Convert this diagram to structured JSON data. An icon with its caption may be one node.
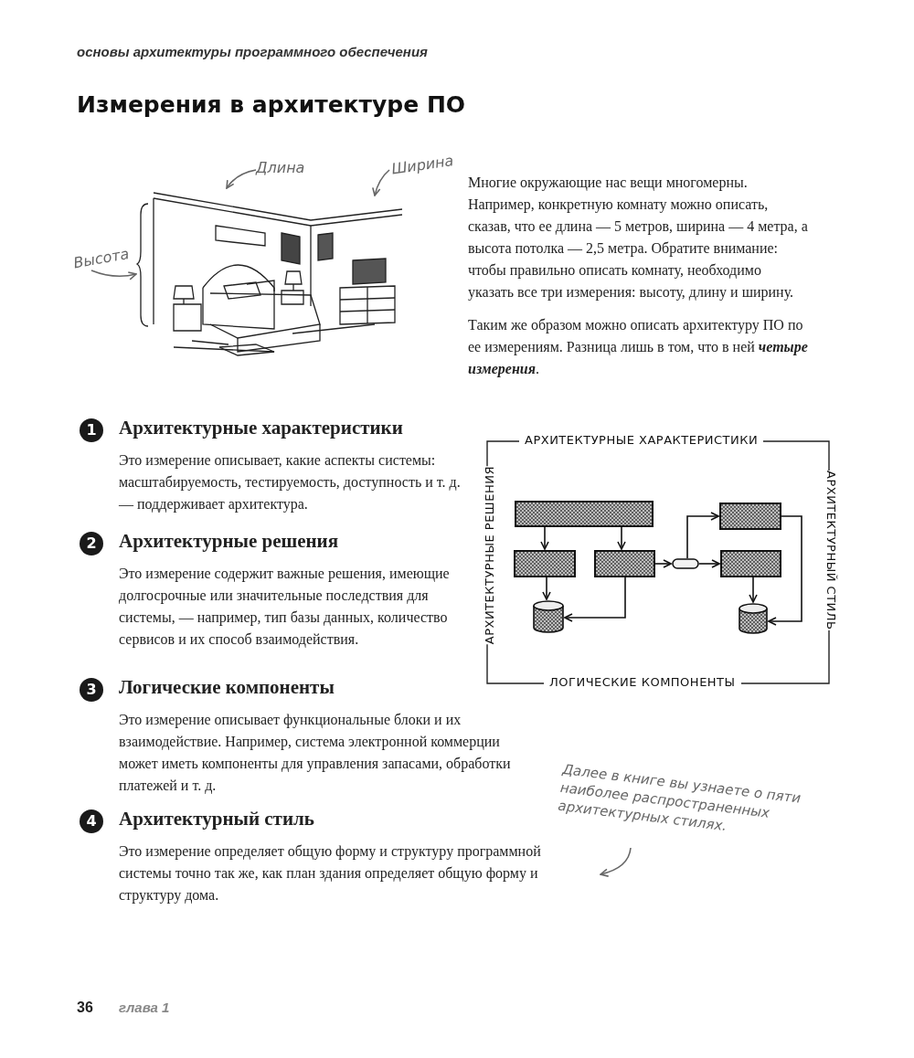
{
  "diagram": {
    "title": "Измерения в архитектуре ПО",
    "nodes": [
      {
        "text": [],
        "shape": "box"
      },
      {
        "text": [],
        "shape": "box"
      },
      {
        "text": [],
        "shape": "box"
      },
      {
        "text": [],
        "shape": "cylinder"
      },
      {
        "text": [],
        "shape": "capsule"
      },
      {
        "text": [],
        "shape": "box"
      },
      {
        "text": [],
        "shape": "box"
      },
      {
        "text": [],
        "shape": "cylinder"
      },
      {
        "text": [],
        "shape": "picture"
      },
      {
        "text": [
          "Длина"
        ]
      },
      {
        "text": [
          "Ширина"
        ]
      },
      {
        "text": [
          "Высота"
        ]
      },
      {
        "text": [
          "Далее в книге вы узнаете о пяти наиболее распространенных архитектурных стилях."
        ]
      }
    ],
    "edges": [
      {
        "from": 0,
        "to": 1,
        "arrow": "to"
      },
      {
        "from": 0,
        "to": 2,
        "arrow": "to"
      },
      {
        "from": 1,
        "to": 3,
        "arrow": "to"
      },
      {
        "from": 2,
        "to": 3,
        "arrow": "to"
      },
      {
        "from": 2,
        "to": 4,
        "arrow": "to"
      },
      {
        "from": 4,
        "to": 5,
        "arrow": "to"
      },
      {
        "from": 4,
        "to": 6,
        "arrow": "to"
      },
      {
        "from": 6,
        "to": 7,
        "arrow": "to"
      },
      {
        "from": 5,
        "to": 7,
        "arrow": "to"
      },
      {
        "from": 9,
        "to": 8,
        "arrow": "to"
      },
      {
        "from": 10,
        "to": 8,
        "arrow": "to"
      },
      {
        "from": 11,
        "to": 8,
        "arrow": "to"
      },
      {
        "from": 12,
        "to": null,
        "arrow": "to"
      }
    ],
    "labels": [
      "основы архитектуры программного обеспечения",
      "Многие окружающие нас вещи многомерны. Например, конкретную комнату можно описать, сказав, что ее длина — 5 метров, ширина — 4 метра, а высота потолка — 2,5 метра. Обратите внимание: чтобы правильно описать комнату, необходимо указать все три измерения: высоту, длину и ширину.",
      "Таким же образом можно описать архитектуру ПО по ее измерениям. Разница лишь в том, что в ней **четыре измерения**.",
      "1",
      "Архитектурные характеристики",
      "Это измерение описывает, какие аспекты системы: масштабируемость, тестируемость, доступность и т. д. — поддерживает архитектура.",
      "АРХИТЕКТУРНЫЕ ХАРАКТЕРИСТИКИ",
      "АРХИТЕКТУРНЫЕ РЕШЕНИЯ",
      "АРХИТЕКТУРНЫЙ СТИЛЬ",
      "2",
      "Архитектурные решения",
      "Это измерение содержит важные решения, имеющие долгосрочные или значительные последствия для системы, — например, тип базы данных, количество сервисов и их способ взаимодействия.",
      "ЛОГИЧЕСКИЕ КОМПОНЕНТЫ",
      "3",
      "Логические компоненты",
      "Это измерение описывает функциональные блоки и их взаимодействие. Например, система электронной коммерции может иметь компоненты для управления запасами, обработки платежей и т. д.",
      "4",
      "Архитектурный стиль",
      "Это измерение определяет общую форму и структуру программной системы точно так же, как план здания определяет общую форму и структуру дома.",
      "36",
      "глава 1"
    ]
  }
}
